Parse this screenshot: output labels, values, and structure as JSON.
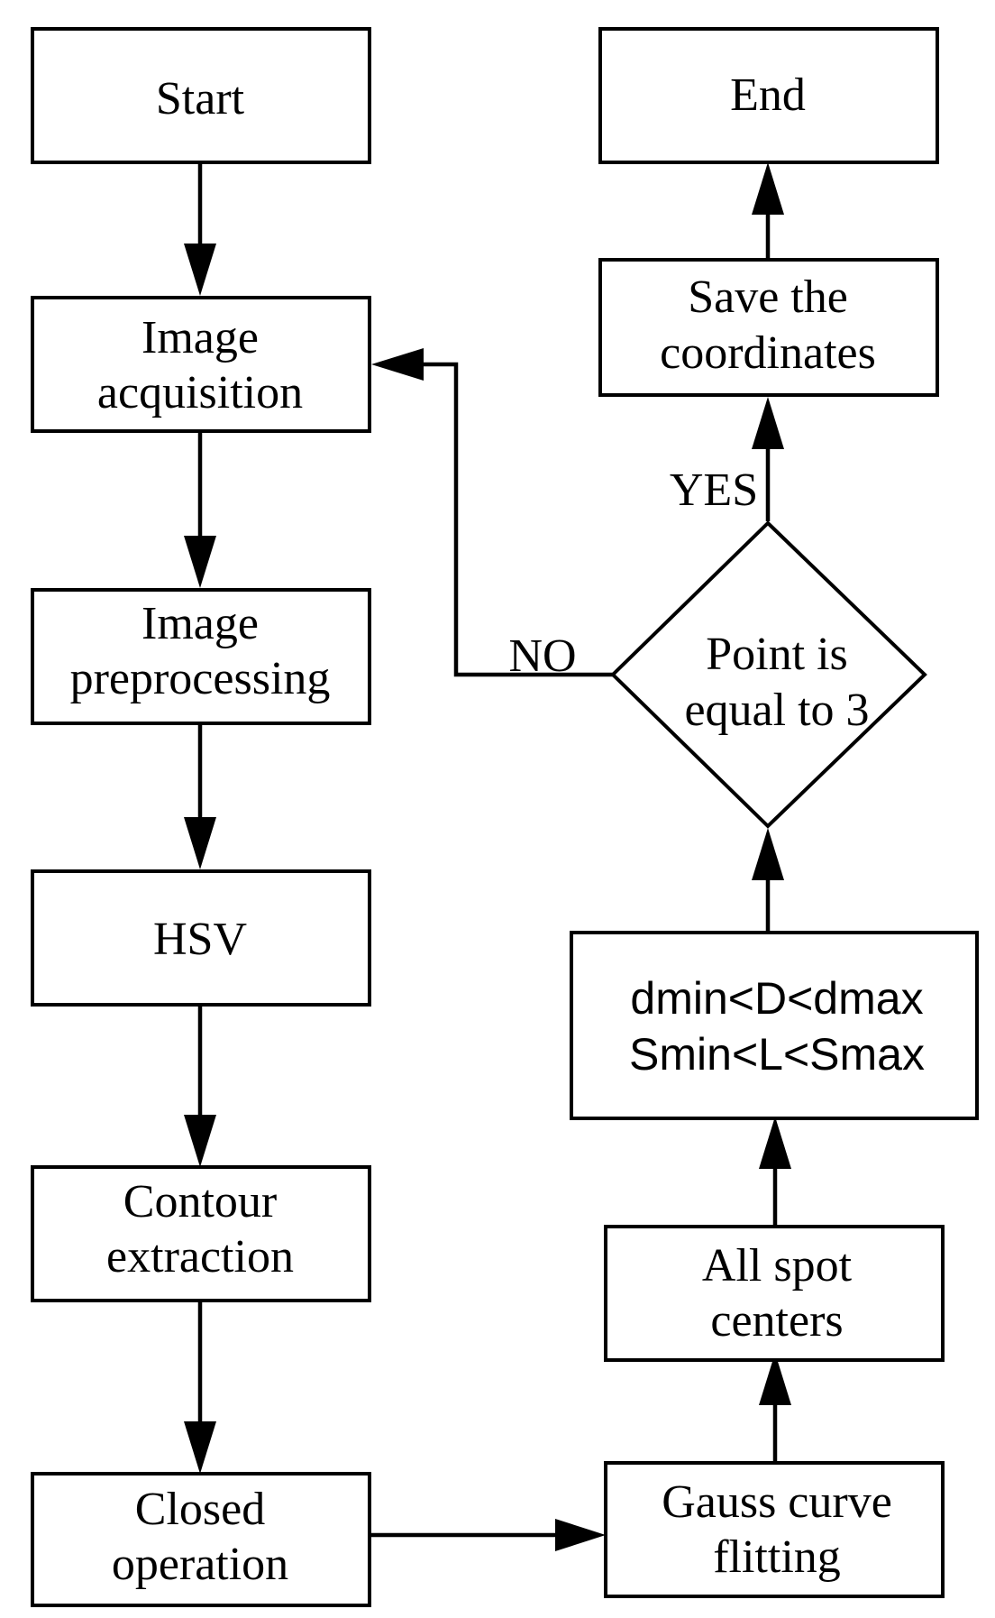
{
  "nodes": {
    "start": "Start",
    "image_acquisition": [
      "Image",
      "acquisition"
    ],
    "image_preprocessing": [
      "Image",
      "preprocessing"
    ],
    "hsv": "HSV",
    "contour_extraction": [
      "Contour",
      "extraction"
    ],
    "closed_operation": [
      "Closed",
      "operation"
    ],
    "gauss_curve_fitting": [
      "Gauss curve",
      "flitting"
    ],
    "all_spot_centers": [
      "All spot",
      "centers"
    ],
    "range_check": [
      "dmin<D<dmax",
      "Smin<L<Smax"
    ],
    "decision": [
      "Point is",
      "equal to 3"
    ],
    "save_coordinates": [
      "Save the",
      "coordinates"
    ],
    "end": "End"
  },
  "edge_labels": {
    "yes": "YES",
    "no": "NO"
  }
}
